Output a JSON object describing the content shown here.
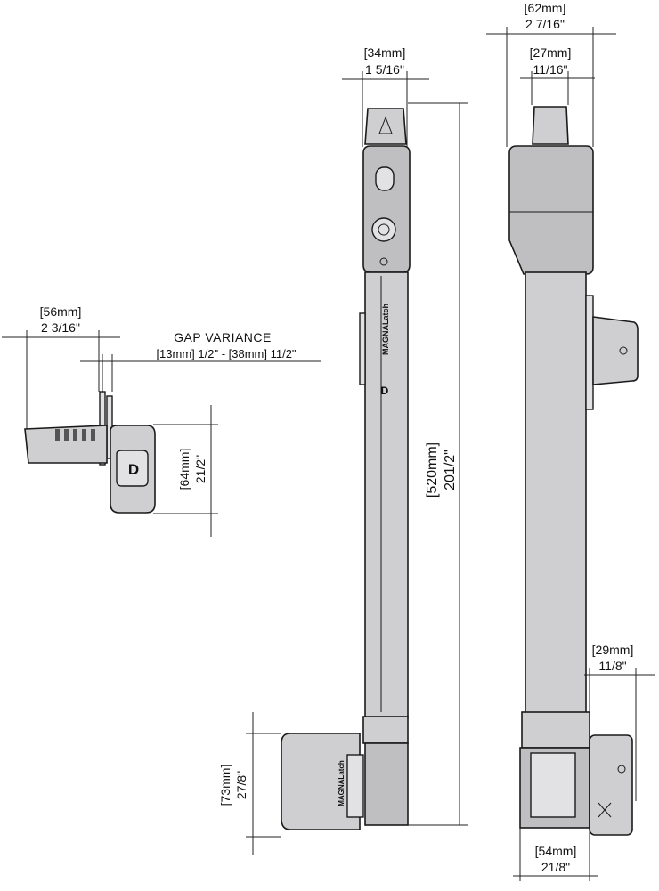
{
  "dimensions": {
    "top_left_mm": "[56mm]",
    "top_left_in": "2 3/16\"",
    "gap_title": "GAP VARIANCE",
    "gap_range": "[13mm] 1/2\"  - [38mm] 11/2\"",
    "side_height_mm": "[64mm]",
    "side_height_in": "21/2\"",
    "front_width_mm": "[34mm]",
    "front_width_in": "1 5/16\"",
    "length_mm": "[520mm]",
    "length_in": "201/2\"",
    "bottom_height_mm": "[73mm]",
    "bottom_height_in": "27/8\"",
    "right_total_mm": "[62mm]",
    "right_total_in": "2 7/16\"",
    "right_knob_mm": "[27mm]",
    "right_knob_in": "11/16\"",
    "right_catch_mm": "[29mm]",
    "right_catch_in": "11/8\"",
    "right_base_mm": "[54mm]",
    "right_base_in": "21/8\""
  },
  "branding": {
    "product_name": "MAGNALatch",
    "logo_letter": "D"
  },
  "colors": {
    "body": "#cfcfd1",
    "outline": "#1a1a1a",
    "shadow": "#555555"
  }
}
